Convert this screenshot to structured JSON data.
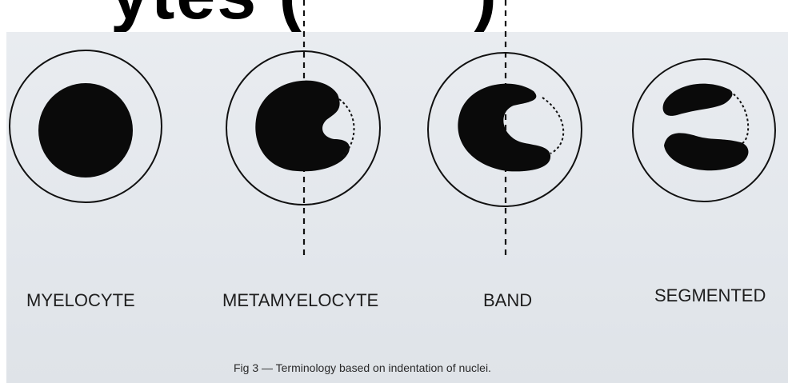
{
  "banner": {
    "text": "ytes (        )"
  },
  "stages": [
    {
      "id": "myelocyte",
      "label": "MYELOCYTE"
    },
    {
      "id": "metamyelocyte",
      "label": "METAMYELOCYTE"
    },
    {
      "id": "band",
      "label": "BAND"
    },
    {
      "id": "segmented",
      "label": "SEGMENTED"
    }
  ],
  "caption": "Fig 3 — Terminology based on indentation of nuclei."
}
